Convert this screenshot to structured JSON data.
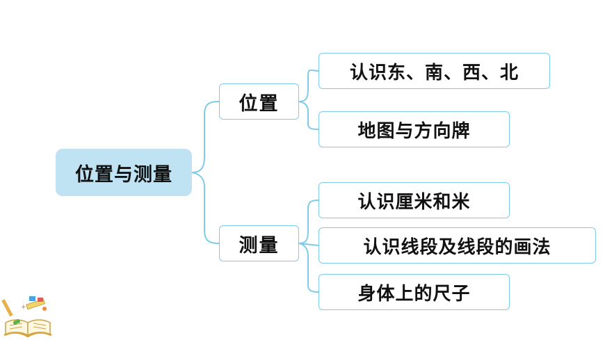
{
  "root": {
    "label": "位置与测量"
  },
  "branches": [
    {
      "label": "位置",
      "children": [
        {
          "label": "认识东、南、西、北"
        },
        {
          "label": "地图与方向牌"
        }
      ]
    },
    {
      "label": "测量",
      "children": [
        {
          "label": "认识厘米和米"
        },
        {
          "label": "认识线段及线段的画法"
        },
        {
          "label": "身体上的尺子"
        }
      ]
    }
  ],
  "colors": {
    "connector": "#7ccbe8",
    "root_fill": "#bfe3f3",
    "node_border": "#7ccbe8"
  },
  "icons": [
    "book-with-ruler-and-pencil-icon"
  ]
}
